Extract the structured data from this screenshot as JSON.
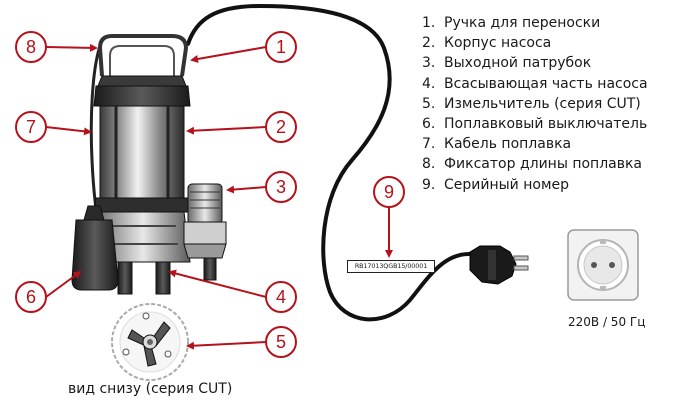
{
  "legend": [
    {
      "num": "1.",
      "label": "Ручка для переноски"
    },
    {
      "num": "2.",
      "label": "Корпус насоса"
    },
    {
      "num": "3.",
      "label": "Выходной патрубок"
    },
    {
      "num": "4.",
      "label": "Всасывающая часть насоса"
    },
    {
      "num": "5.",
      "label": "Измельчитель (серия CUT)"
    },
    {
      "num": "6.",
      "label": "Поплавковый выключатель"
    },
    {
      "num": "7.",
      "label": "Кабель поплавка"
    },
    {
      "num": "8.",
      "label": "Фиксатор длины поплавка"
    },
    {
      "num": "9.",
      "label": "Серийный номер"
    }
  ],
  "callouts": [
    "1",
    "2",
    "3",
    "4",
    "5",
    "6",
    "7",
    "8",
    "9"
  ],
  "serial_number": "RB17013QGB15/00001",
  "bottom_caption": "вид снизу (серия CUT)",
  "power_caption": "220В / 50 Гц",
  "colors": {
    "accent": "#b5121b",
    "ink": "#1a1a1a"
  }
}
